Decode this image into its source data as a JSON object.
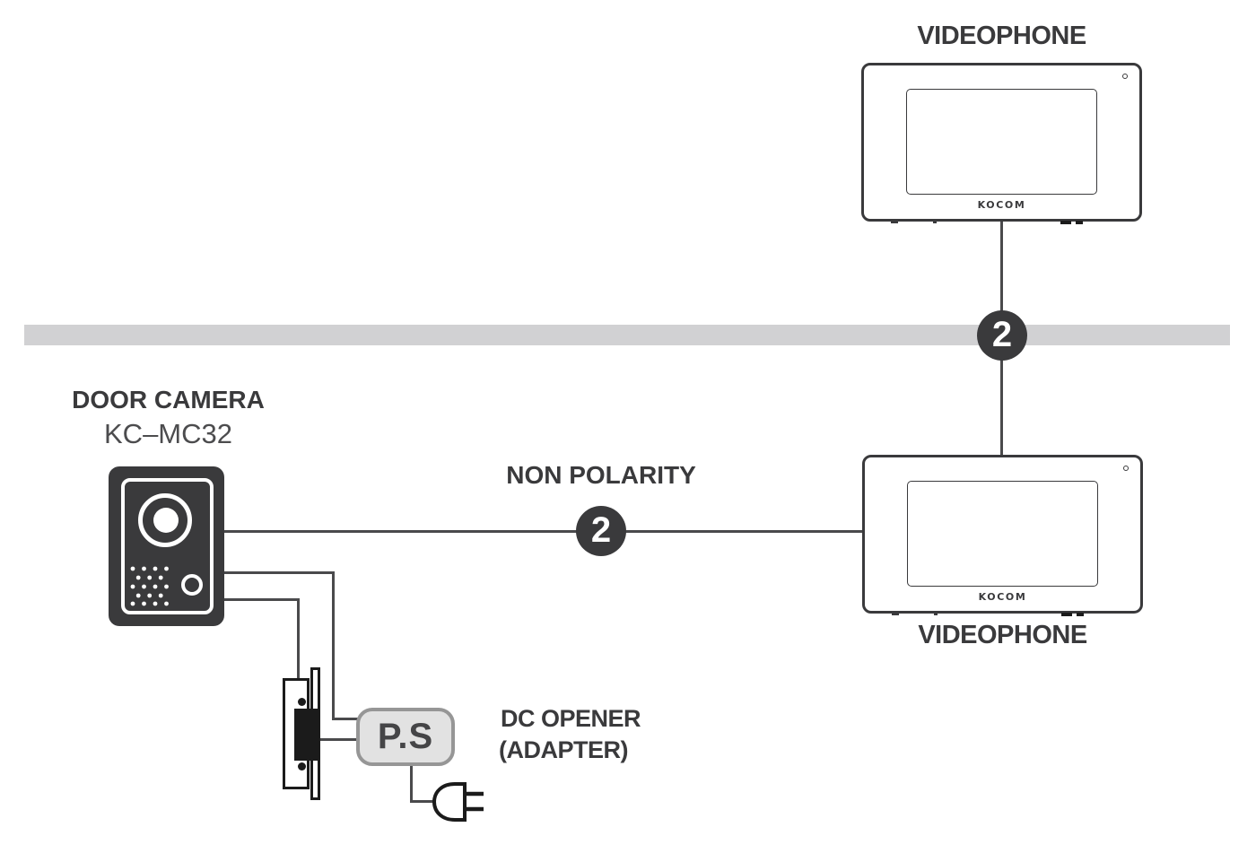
{
  "devices": {
    "videophone_top": {
      "label": "VIDEOPHONE",
      "brand": "KOCOM"
    },
    "videophone_bottom": {
      "label": "VIDEOPHONE",
      "brand": "KOCOM"
    },
    "door_camera": {
      "label": "DOOR CAMERA",
      "model": "KC–MC32"
    },
    "power_supply": {
      "label": "P.S",
      "caption_line1": "DC OPENER",
      "caption_line2": "(ADAPTER)"
    }
  },
  "wires": {
    "riser_link": {
      "count": "2"
    },
    "camera_link": {
      "count": "2",
      "label": "NON POLARITY"
    }
  },
  "colors": {
    "line": "#4a4a4c",
    "dark": "#3a3a3c",
    "band": "#d1d1d3",
    "black": "#1b1b1b",
    "ps_fill": "#e2e2e2",
    "ps_border": "#969696"
  }
}
